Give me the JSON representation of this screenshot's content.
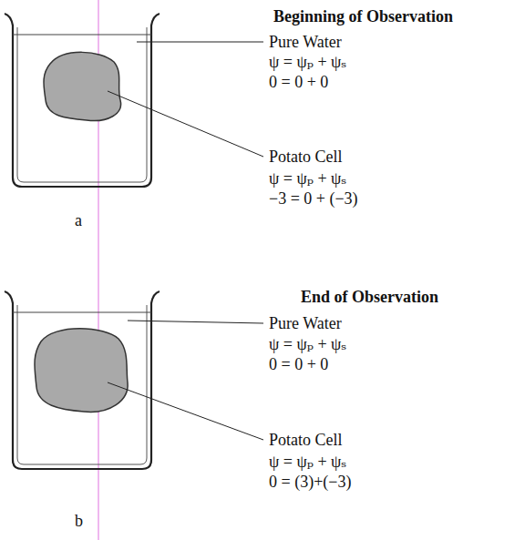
{
  "diagram": {
    "labels": [
      "Beginning of Observation",
      "Pure Water",
      "ψ = ψₚ + ψₛ",
      "0 = 0 + 0",
      "Potato Cell",
      "ψ = ψₚ + ψₛ",
      "−3 = 0 + (−3)",
      "a",
      "End of Observation",
      "Pure Water",
      "ψ = ψₚ + ψₛ",
      "0 = 0 + 0",
      "Potato Cell",
      "ψ = ψₚ + ψₛ",
      "0 = (3)+(−3)",
      "b"
    ]
  }
}
